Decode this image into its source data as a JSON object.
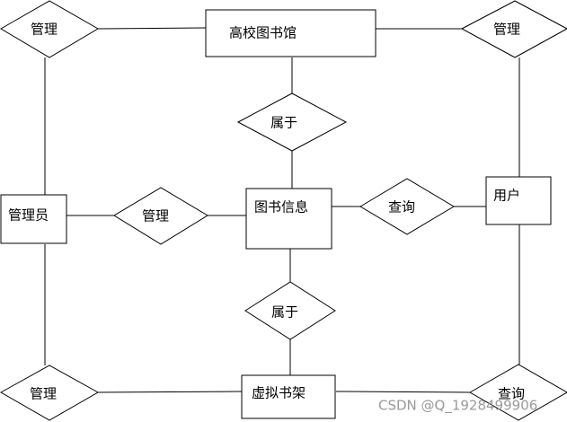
{
  "entities": {
    "library": "高校图书馆",
    "admin": "管理员",
    "book_info": "图书信息",
    "user": "用户",
    "virtual_shelf": "虚拟书架"
  },
  "relationships": {
    "manage_top_left": "管理",
    "manage_top_right": "管理",
    "belongs_top": "属于",
    "manage_middle": "管理",
    "query_middle": "查询",
    "belongs_bottom": "属于",
    "manage_bottom_left": "管理",
    "query_bottom_right": "查询"
  },
  "watermark": "CSDN @Q_1928499906",
  "colors": {
    "stroke": "#000000",
    "background": "#ffffff",
    "watermark": "#9a9a9a"
  }
}
